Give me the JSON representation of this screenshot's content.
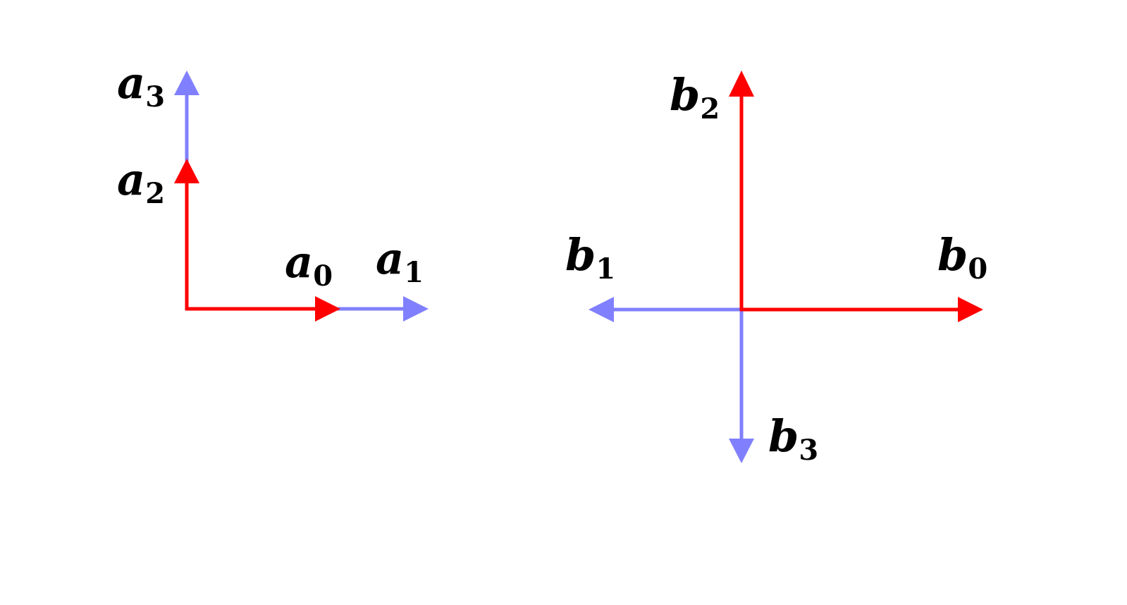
{
  "colors": {
    "primary_vector": "#ff0000",
    "secondary_vector": "#8080ff",
    "label": "#000000",
    "background": "#ffffff"
  },
  "diagrams": [
    {
      "id": "a",
      "vectors": [
        {
          "label": "a",
          "subscript": "0",
          "direction": "right",
          "color": "#ff0000"
        },
        {
          "label": "a",
          "subscript": "1",
          "direction": "right",
          "color": "#8080ff"
        },
        {
          "label": "a",
          "subscript": "2",
          "direction": "up",
          "color": "#ff0000"
        },
        {
          "label": "a",
          "subscript": "3",
          "direction": "up",
          "color": "#8080ff"
        }
      ]
    },
    {
      "id": "b",
      "vectors": [
        {
          "label": "b",
          "subscript": "0",
          "direction": "right",
          "color": "#ff0000"
        },
        {
          "label": "b",
          "subscript": "1",
          "direction": "left",
          "color": "#8080ff"
        },
        {
          "label": "b",
          "subscript": "2",
          "direction": "up",
          "color": "#ff0000"
        },
        {
          "label": "b",
          "subscript": "3",
          "direction": "down",
          "color": "#8080ff"
        }
      ]
    }
  ]
}
